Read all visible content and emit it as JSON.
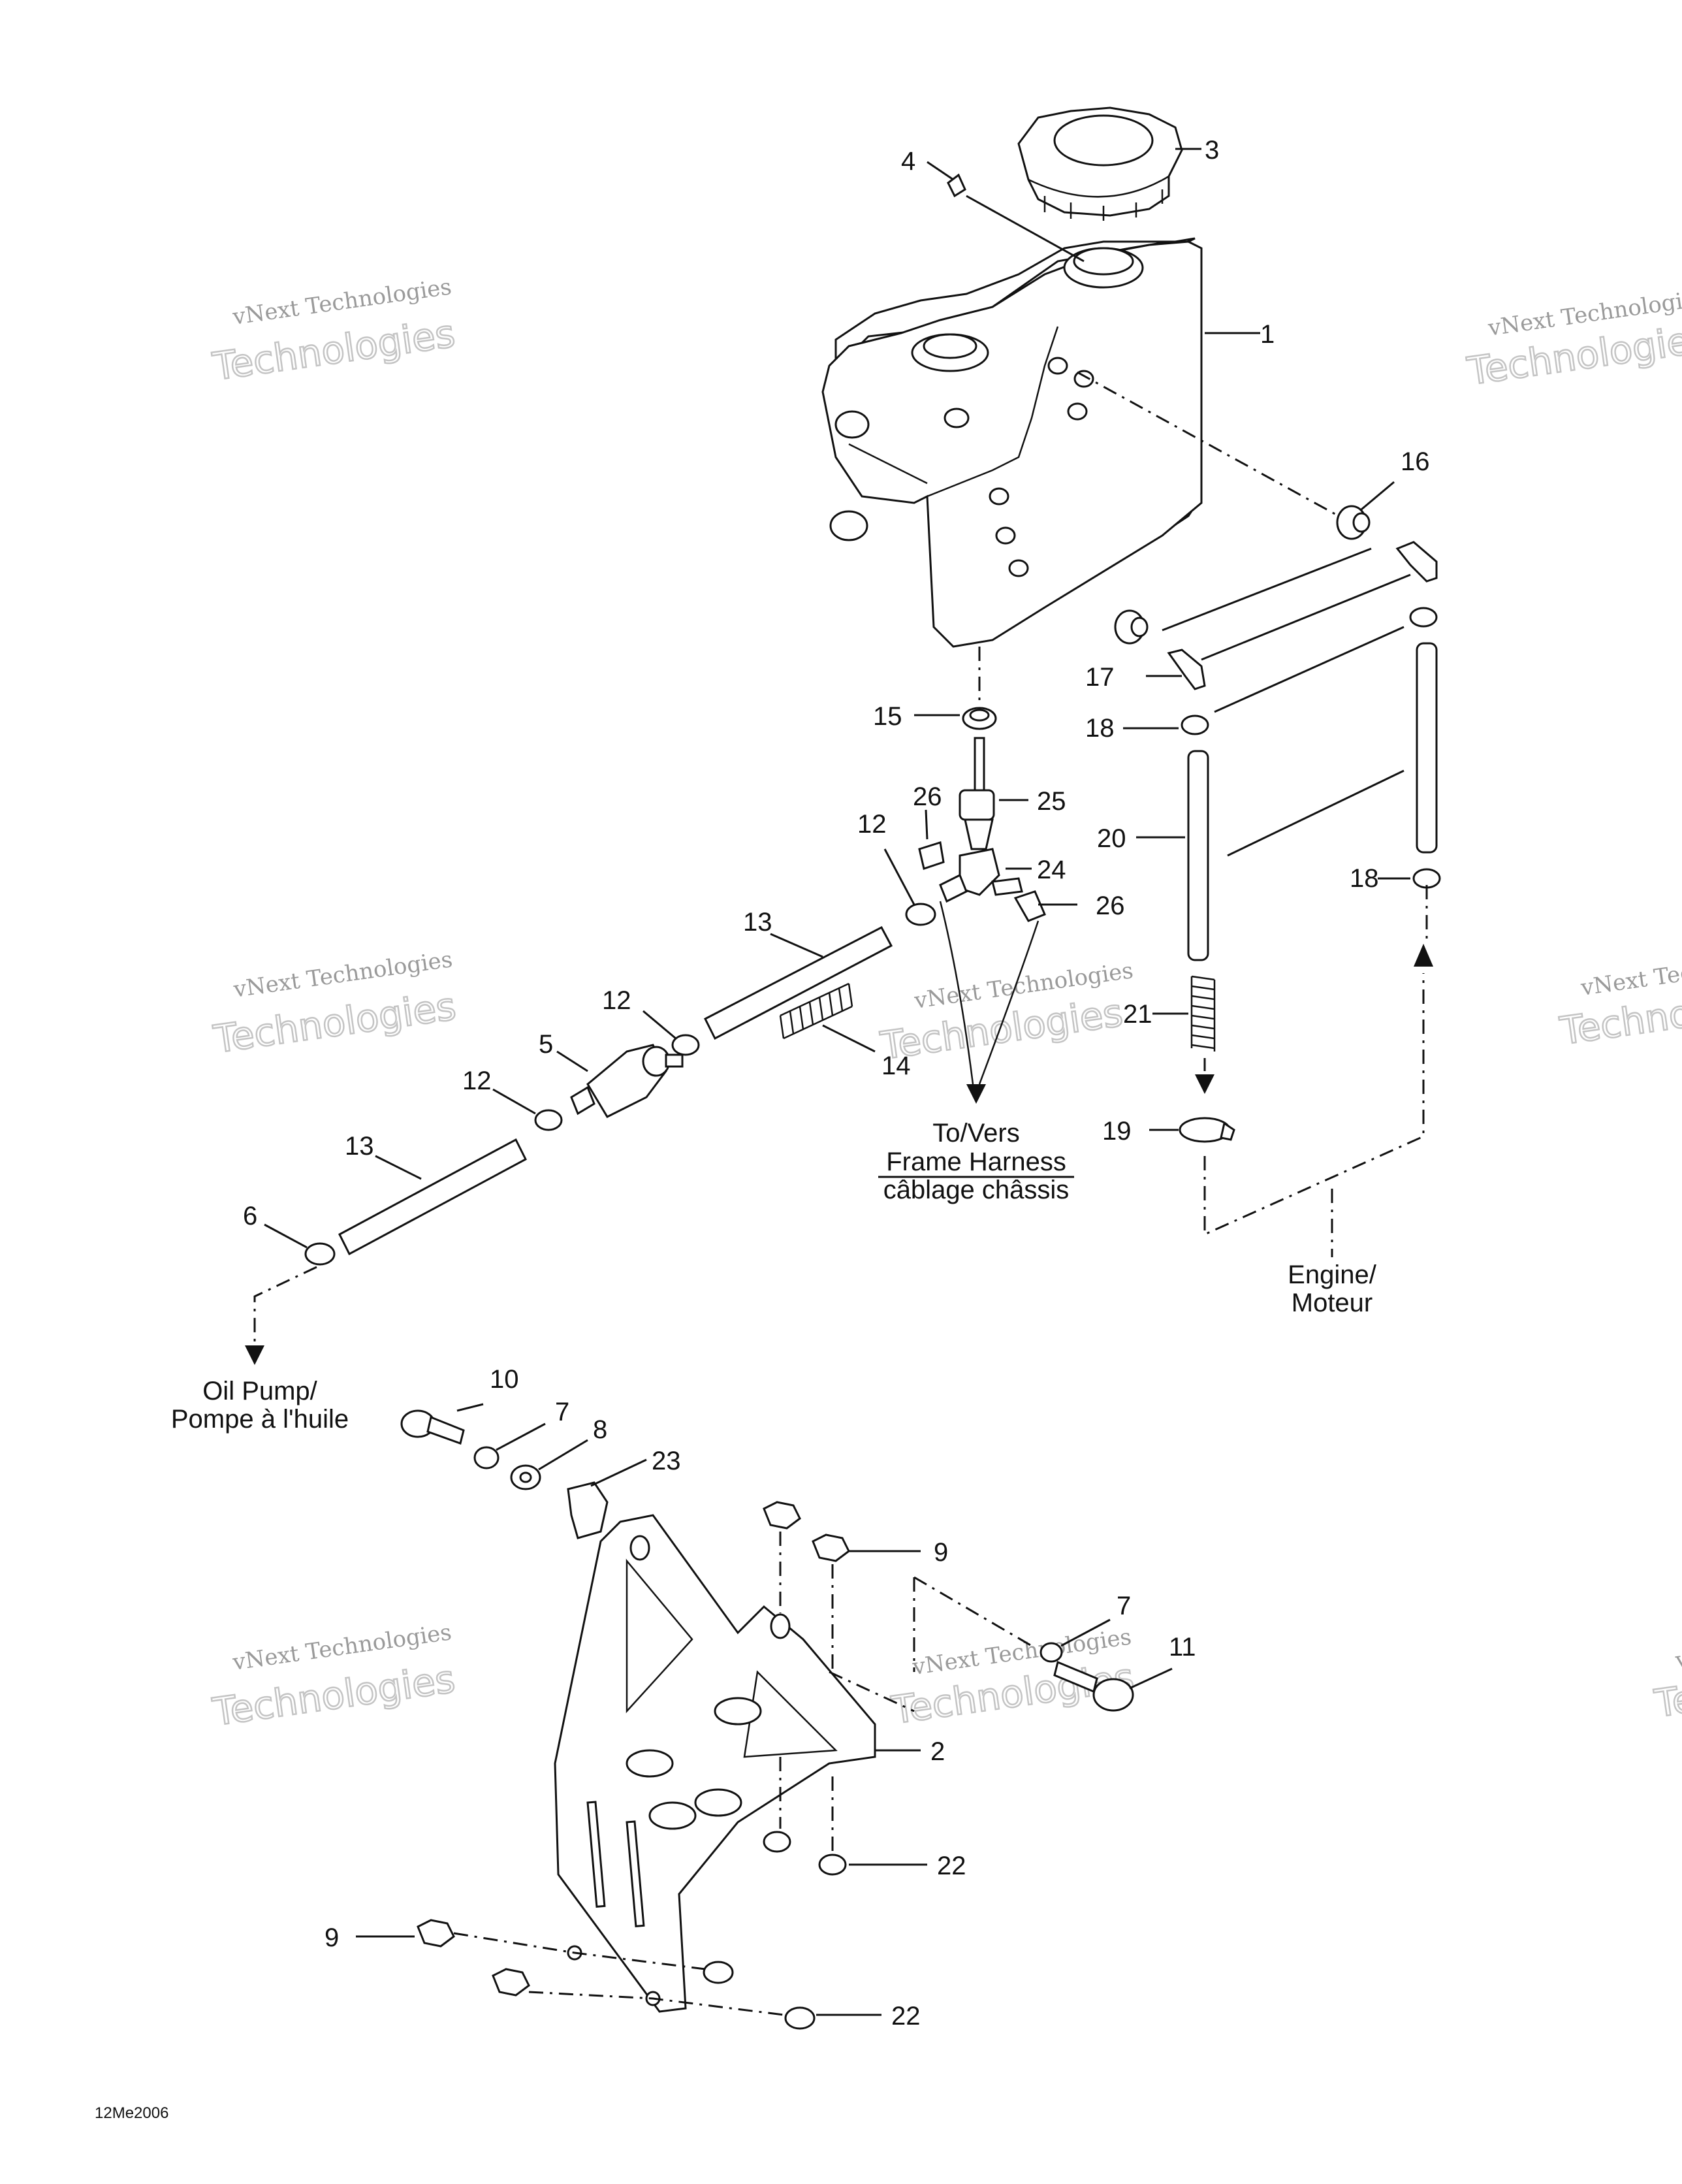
{
  "diagram": {
    "callouts": {
      "c1": "1",
      "c2": "2",
      "c3": "3",
      "c4": "4",
      "c5": "5",
      "c6": "6",
      "c7a": "7",
      "c7b": "7",
      "c8": "8",
      "c9a": "9",
      "c9b": "9",
      "c10": "10",
      "c11": "11",
      "c12a": "12",
      "c12b": "12",
      "c12c": "12",
      "c13a": "13",
      "c13b": "13",
      "c14": "14",
      "c15": "15",
      "c16": "16",
      "c17": "17",
      "c18a": "18",
      "c18b": "18",
      "c19": "19",
      "c20": "20",
      "c21": "21",
      "c22a": "22",
      "c22b": "22",
      "c23": "23",
      "c24": "24",
      "c25": "25",
      "c26a": "26",
      "c26b": "26"
    },
    "notes": {
      "frame_harness": [
        "To/Vers",
        "Frame Harness",
        "câblage châssis"
      ],
      "engine": [
        "Engine/",
        "Moteur"
      ],
      "oil_pump": [
        "Oil Pump/",
        "Pompe à l'huile"
      ]
    },
    "drawing_code": "12Me2006",
    "watermark": [
      "vNext Technologies",
      "Technologies"
    ]
  }
}
